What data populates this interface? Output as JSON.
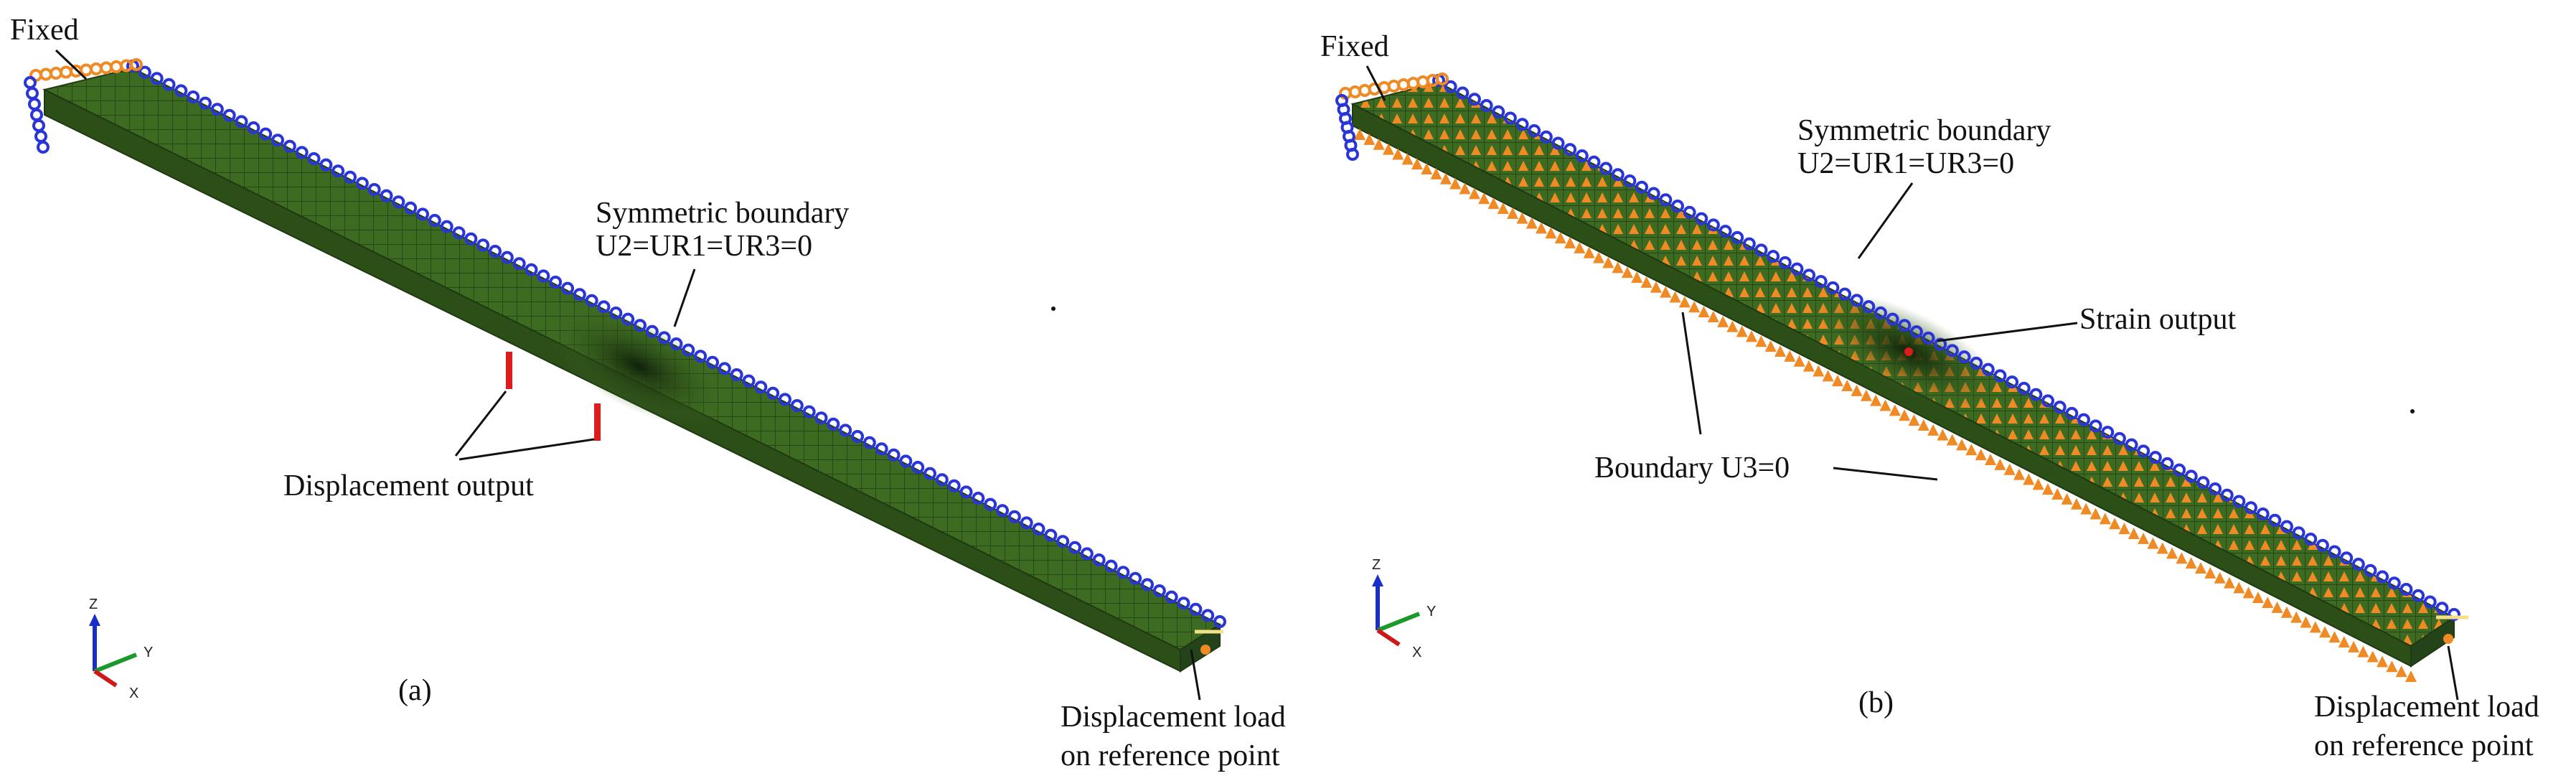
{
  "panels": [
    {
      "caption": "(a)",
      "labels": {
        "fixed": "Fixed",
        "symmetric_title": "Symmetric boundary",
        "symmetric_eq": "U2=UR1=UR3=0",
        "displacement_output": "Displacement output",
        "load_line1": "Displacement load",
        "load_line2": "on reference point"
      },
      "axes": {
        "z": "Z",
        "y": "Y",
        "x": "X"
      }
    },
    {
      "caption": "(b)",
      "labels": {
        "fixed": "Fixed",
        "symmetric_title": "Symmetric boundary",
        "symmetric_eq": "U2=UR1=UR3=0",
        "strain_output": "Strain output",
        "boundary_u3": "Boundary U3=0",
        "load_line1": "Displacement load",
        "load_line2": "on reference point"
      },
      "axes": {
        "z": "Z",
        "y": "Y",
        "x": "X"
      }
    }
  ],
  "colors": {
    "mesh_green": "#3e6b22",
    "mesh_dark": "#1f3a12",
    "constraint_blue": "#2a35d8",
    "constraint_orange": "#f08a24",
    "marker_red": "#e01b1b",
    "axis_x": "#d01818",
    "axis_y": "#1a9a2a",
    "axis_z": "#1a2fc8"
  }
}
